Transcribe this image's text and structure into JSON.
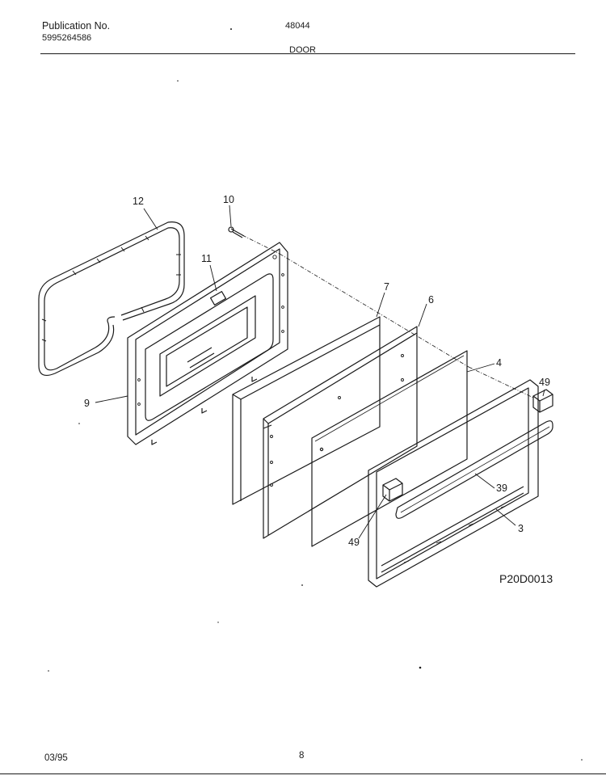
{
  "header": {
    "publication_label": "Publication No.",
    "publication_number": "5995264586",
    "model": "48044",
    "section": "DOOR"
  },
  "diagram": {
    "callouts": {
      "c12": "12",
      "c10": "10",
      "c11": "11",
      "c7": "7",
      "c6": "6",
      "c4": "4",
      "c49a": "49",
      "c9": "9",
      "c39": "39",
      "c49b": "49",
      "c3": "3"
    },
    "drawing_code": "P20D0013"
  },
  "footer": {
    "date": "03/95",
    "page": "8"
  }
}
